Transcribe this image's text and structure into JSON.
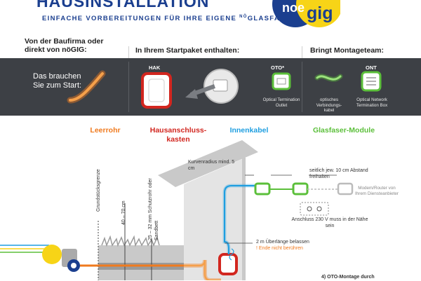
{
  "header": {
    "title": "HAUSINSTALLATION",
    "subtitle_pre": "EINFACHE VORBEREITUNGEN FÜR IHRE EIGENE ",
    "subtitle_sup": "NÖ",
    "subtitle_post": "GLASFASER",
    "logo_noe": "noe",
    "logo_gig": "gig"
  },
  "sections": {
    "col1_header": "Von der Baufirma oder direkt von nöGIG:",
    "col2_header": "In Ihrem Startpaket enthalten:",
    "col3_header": "Bringt Montageteam:"
  },
  "start_panel": {
    "needs_label": "Das brauchen Sie zum Start:",
    "hak_label": "HAK",
    "oto_label": "OTO*",
    "oto_desc": "Optical Termination Outlet",
    "ont_label": "ONT",
    "ont_desc": "Optical Network Termination Box",
    "fiber_desc": "optisches Verbindungs-kabel"
  },
  "categories": {
    "leerrohr": "Leerrohr",
    "hausanschluss": "Hausanschluss-kasten",
    "innenkabel": "Innenkabel",
    "glasfaser_module": "Glasfaser-Module"
  },
  "annotations": {
    "kurvenradius": "Kurvenradius mind. 5 cm",
    "abstand": "seitlich jew. 10 cm Abstand freihalten",
    "modem": "Modem/Router von Ihrem Diensteanbieter",
    "anschluss": "Anschluss 230 V muss in der Nähe sein",
    "ueberlaenge": "2 m Überlänge belassen",
    "ende": "Ende nicht berühren",
    "grundstuecksgrenze": "Grundstücksgrenze",
    "tiefe": "40 – 70 cm",
    "schutzrohr": "25 – 32 mm Schutzrohr oder Sandbett",
    "bottom_note": "4) OTO-Montage durch"
  },
  "colors": {
    "navy": "#1b3f8f",
    "orange": "#f07a1e",
    "red": "#d2261f",
    "blue": "#1e9ee0",
    "green": "#5bbf3a",
    "dark_panel": "#3d4045",
    "yellow": "#f7d417"
  }
}
